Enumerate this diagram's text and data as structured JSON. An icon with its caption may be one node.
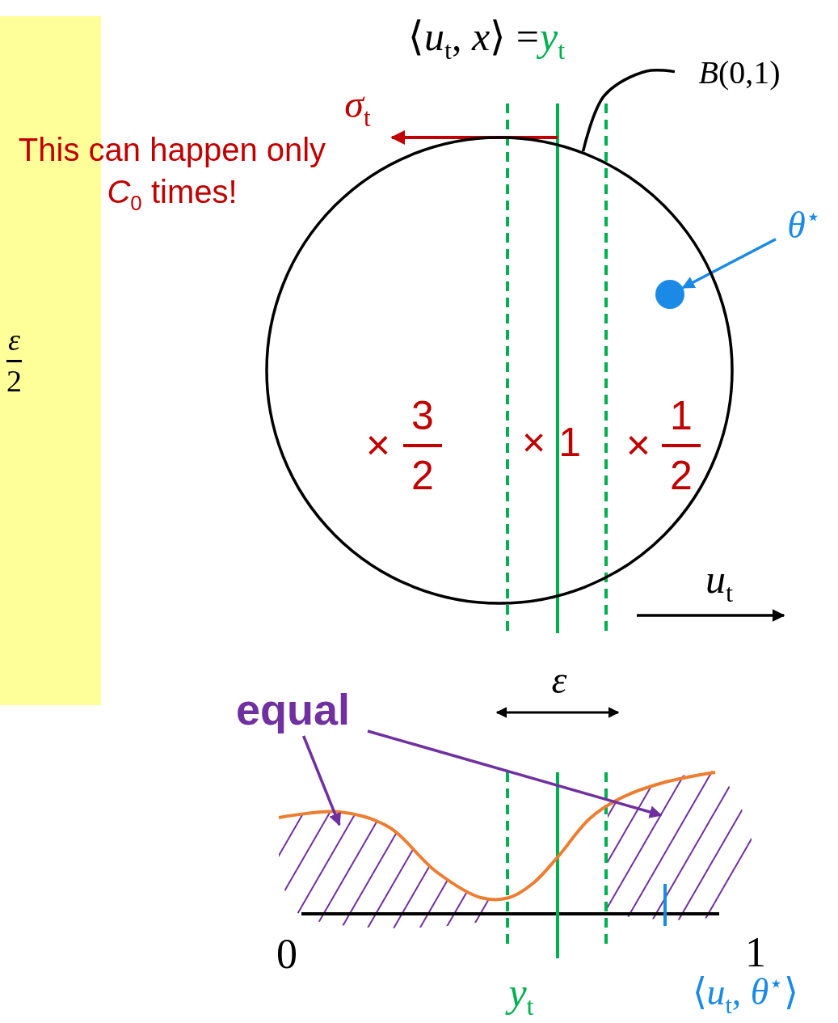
{
  "diagram": {
    "nodes": [
      {
        "text": [
          "*ε*",
          "2"
        ]
      },
      {
        "text": [
          "*B*(0,1)"
        ]
      },
      {
        "text": [],
        "shape": "circle"
      },
      {
        "text": [
          "*θ*$^{⋆}$"
        ]
      },
      {
        "text": [],
        "shape": "circle",
        "in": 2
      },
      {
        "text": [
          "equal"
        ]
      },
      {
        "text": [],
        "shape": "region"
      },
      {
        "text": [],
        "shape": "region"
      }
    ],
    "edges": [
      {
        "from": 1,
        "to": 2,
        "arrow": "none",
        "color": "#000000"
      },
      {
        "from": 3,
        "to": 4,
        "arrow": "to",
        "color": "#1a8ae6"
      },
      {
        "from": 5,
        "to": 6,
        "arrow": "to",
        "color": "#7030a0"
      },
      {
        "from": 5,
        "to": 7,
        "arrow": "to",
        "color": "#7030a0"
      }
    ],
    "labels": [
      "⟨*u*$_{t}$, *x*⟩ =",
      "*y*$_{t}$",
      "*σ*$_{t}$",
      "This can happen only *C*$_{0}$ times!",
      "×",
      "3",
      "2",
      "×1",
      "×",
      "1",
      "2",
      "*u*$_{t}$",
      "*ε*",
      "0",
      "1",
      "*y*$_{t}$",
      "⟨*u*$_{t}$, *θ*$^{⋆}$⟩"
    ]
  }
}
